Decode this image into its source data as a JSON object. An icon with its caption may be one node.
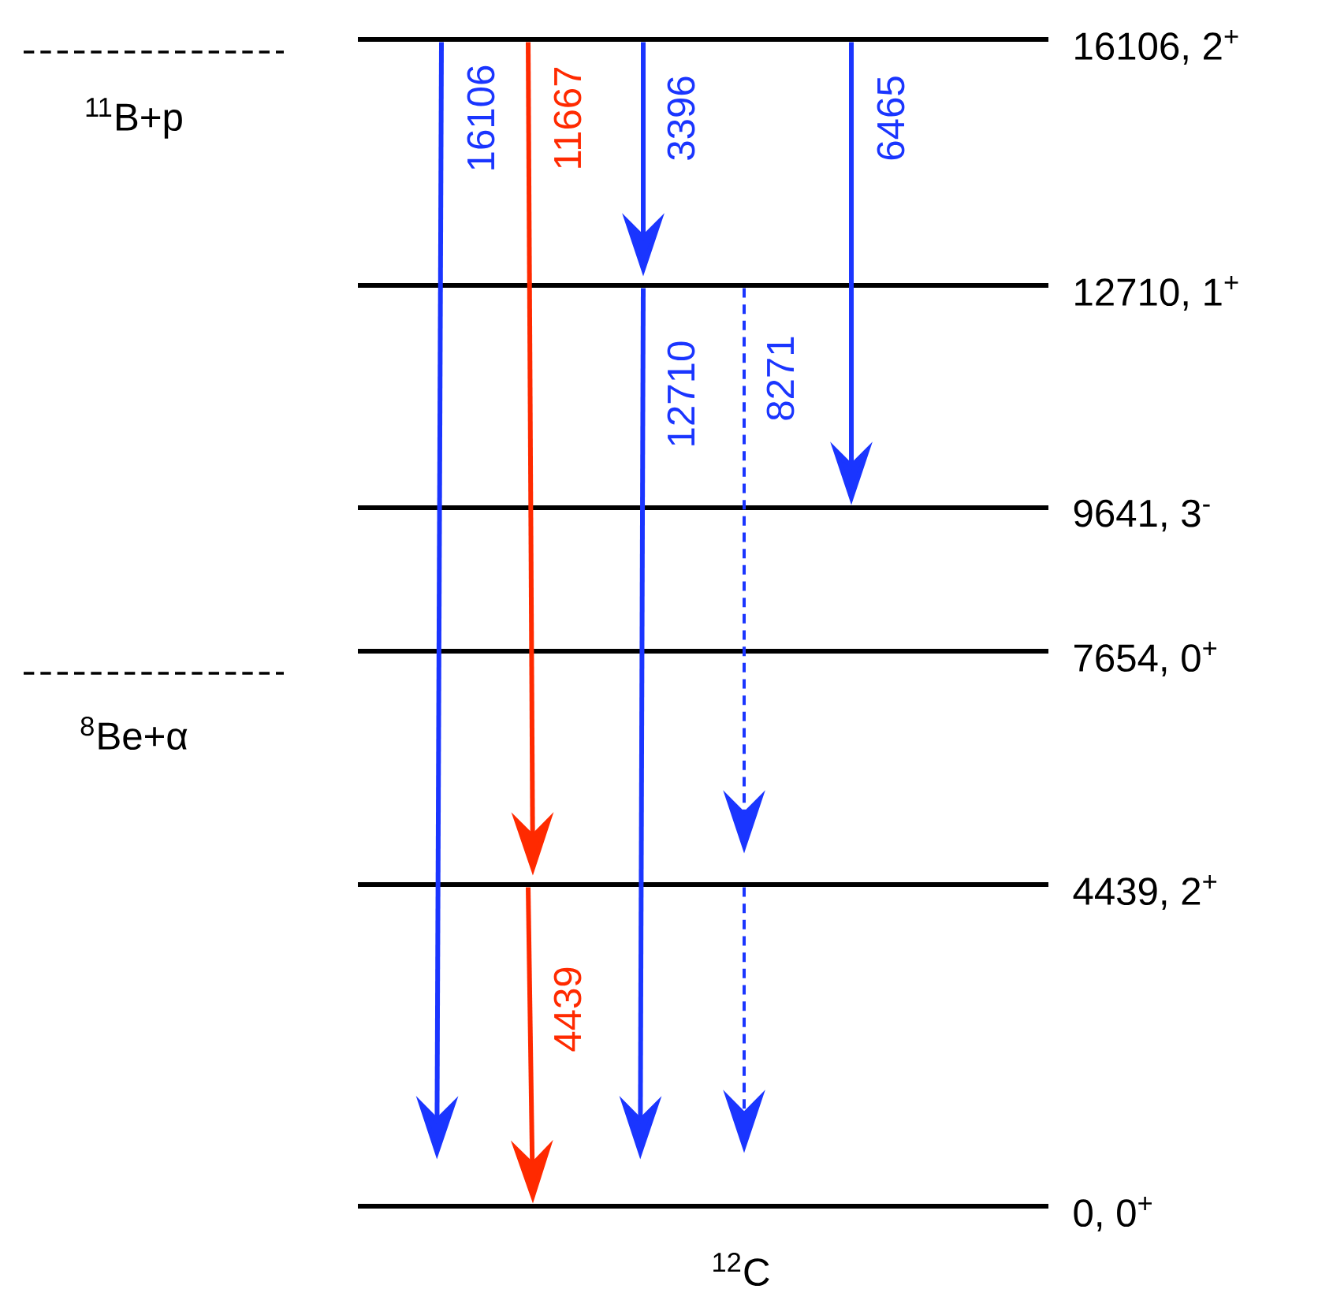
{
  "diagram": {
    "nodes": [
      {
        "text": [],
        "shape": "bar",
        "beside": [
          "16106, 2$^{+}$"
        ]
      },
      {
        "text": [],
        "shape": "bar",
        "beside": [
          "12710, 1$^{+}$"
        ]
      },
      {
        "text": [],
        "shape": "bar",
        "beside": [
          "9641, 3$^{-}$"
        ]
      },
      {
        "text": [],
        "shape": "bar",
        "beside": [
          "7654, 0$^{+}$"
        ]
      },
      {
        "text": [],
        "shape": "bar",
        "beside": [
          "4439, 2$^{+}$"
        ]
      },
      {
        "text": [],
        "shape": "bar",
        "beside": [
          "0, 0$^{+}$"
        ]
      }
    ],
    "edges": [
      {
        "from": 0,
        "to": 5,
        "arrow": "to",
        "label": "16106"
      },
      {
        "from": 0,
        "to": 4,
        "arrow": "to",
        "label": "11667",
        "color": "#ff2a00"
      },
      {
        "from": 4,
        "to": 5,
        "arrow": "to",
        "label": "4439",
        "color": "#ff2a00"
      },
      {
        "from": 0,
        "to": 1,
        "arrow": "to",
        "label": "3396"
      },
      {
        "from": 1,
        "to": 5,
        "arrow": "to",
        "label": "12710"
      },
      {
        "from": 1,
        "to": 4,
        "arrow": "to",
        "label": "8271",
        "style": "dashed"
      },
      {
        "from": 4,
        "to": 5,
        "arrow": "to",
        "style": "dashed"
      },
      {
        "from": 0,
        "to": 2,
        "arrow": "to",
        "label": "6465"
      }
    ],
    "labels": [
      "$^{11}$B+p",
      "$^{8}$Be+α",
      "$^{12}$C"
    ]
  }
}
